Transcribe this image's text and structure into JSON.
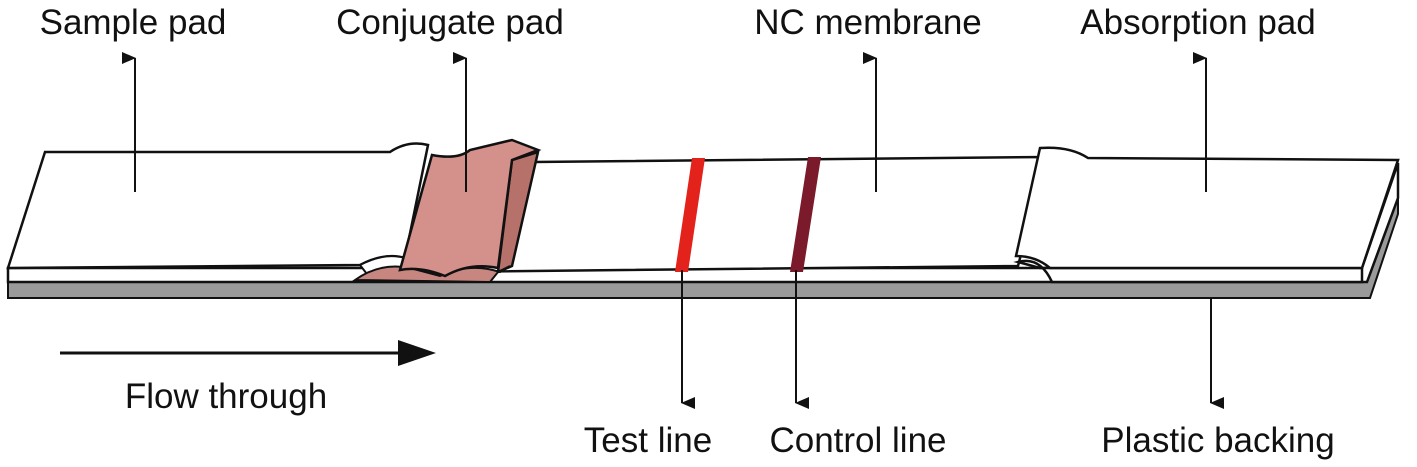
{
  "labels": {
    "sample_pad": "Sample pad",
    "conjugate_pad": "Conjugate pad",
    "nc_membrane": "NC membrane",
    "absorption_pad": "Absorption pad",
    "flow_through": "Flow through",
    "test_line": "Test line",
    "control_line": "Control line",
    "plastic_backing": "Plastic backing"
  },
  "colors": {
    "conjugate_pad": "#d4908a",
    "test_line": "#e3221b",
    "control_line": "#7a1a2a",
    "backing_shadow": "#9a9a9a",
    "outline": "#111111"
  }
}
